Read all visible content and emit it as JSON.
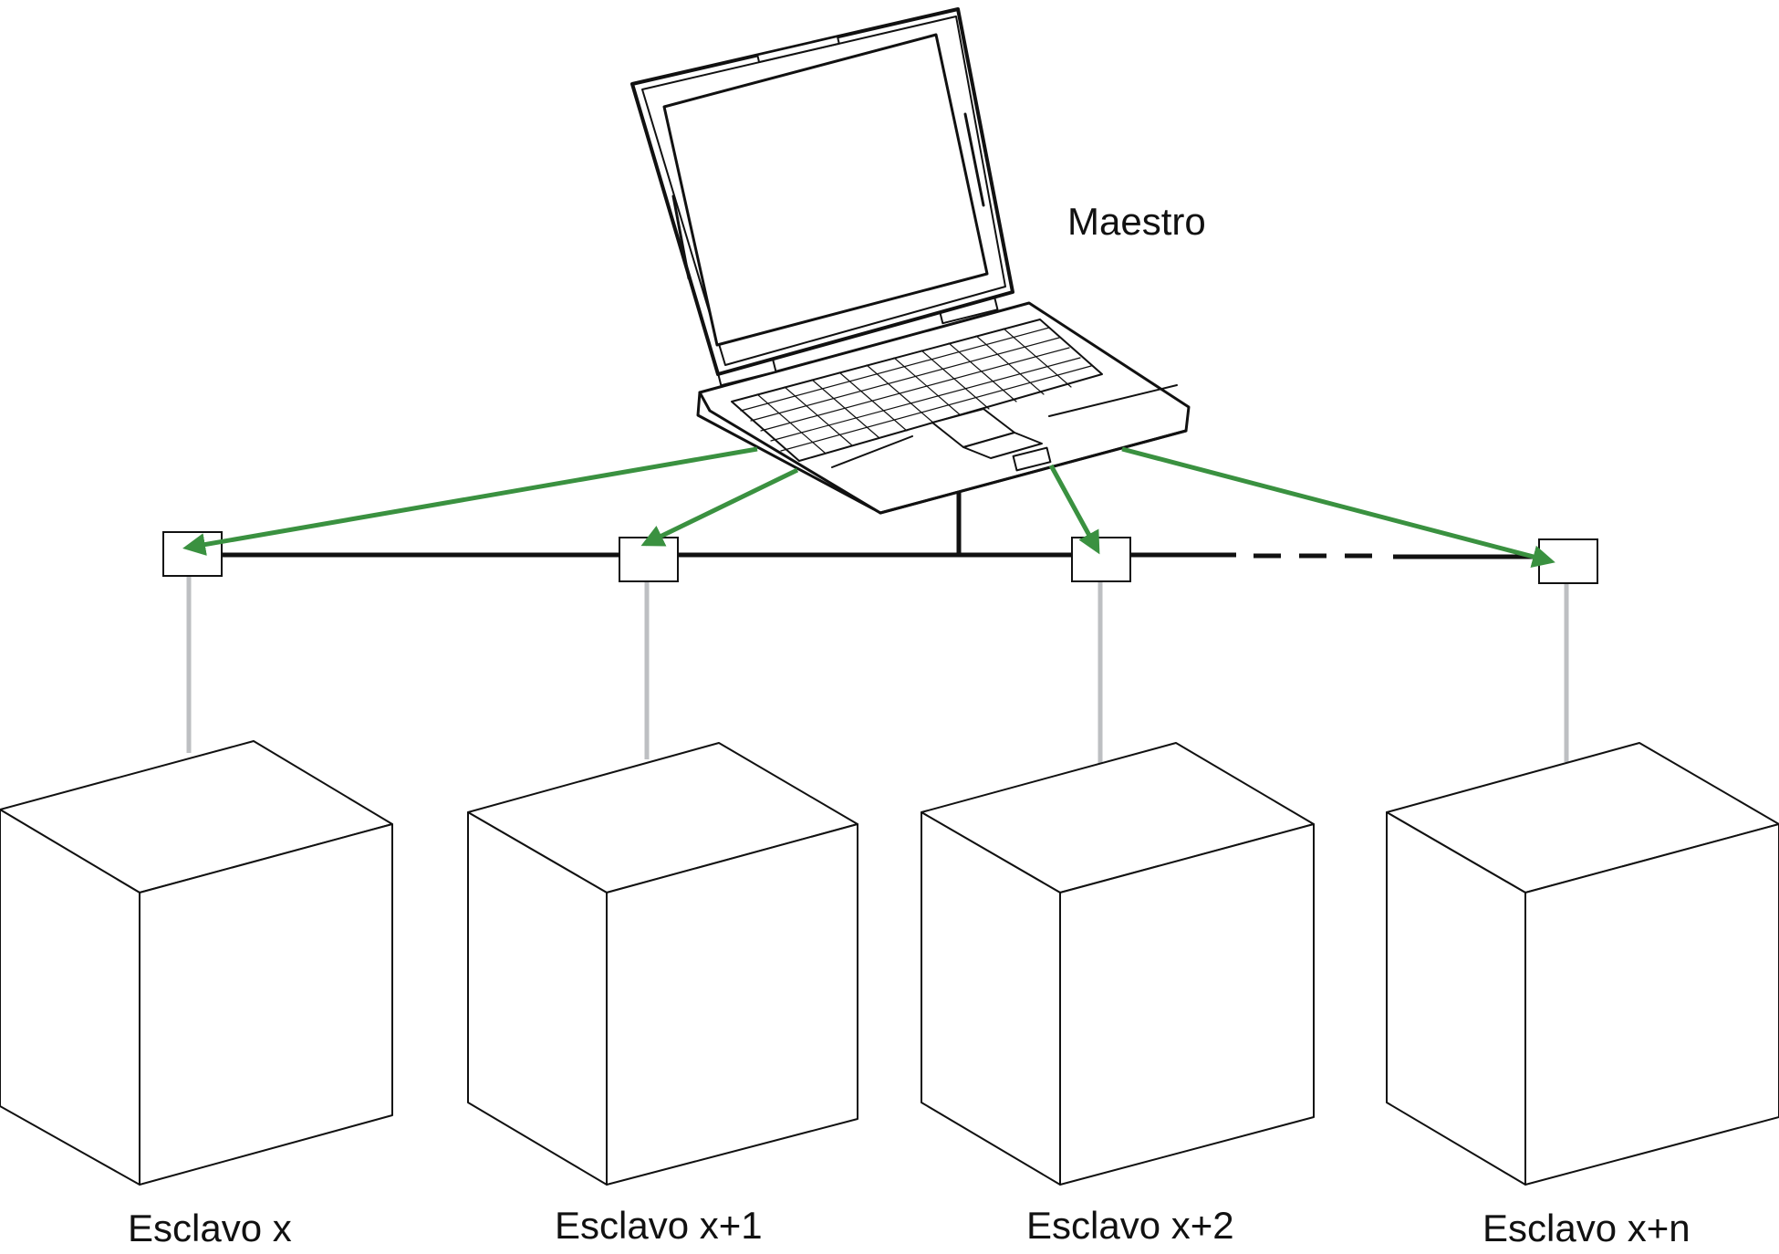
{
  "master": {
    "label": "Maestro",
    "icon": "laptop-icon"
  },
  "slaves": [
    {
      "label": "Esclavo x",
      "icon": "cube-icon"
    },
    {
      "label": "Esclavo x+1",
      "icon": "cube-icon"
    },
    {
      "label": "Esclavo x+2",
      "icon": "cube-icon"
    },
    {
      "label": "Esclavo x+n",
      "icon": "cube-icon"
    }
  ],
  "colors": {
    "arrow": "#3a9140",
    "bus": "#111111",
    "drop_line": "#bdbfc2",
    "outline": "#111111",
    "fill": "#ffffff"
  }
}
